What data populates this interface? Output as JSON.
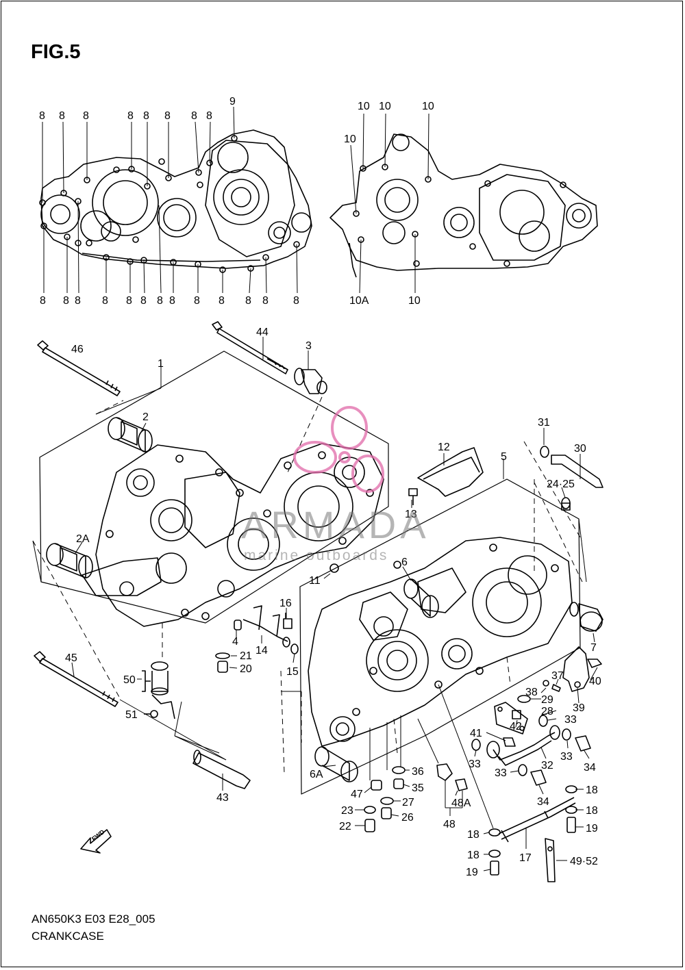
{
  "figure_title": "FIG.5",
  "footer": {
    "code": "AN650K3 E03 E28_005",
    "name": "CRANKCASE"
  },
  "watermark": {
    "brand": "ARMADA",
    "subtitle": "marine outboards",
    "logo_color": "#e06aa8"
  },
  "fwd_label": "FWD",
  "top_callouts": {
    "left_top": [
      "8",
      "8",
      "8",
      "8",
      "8",
      "8",
      "8",
      "8",
      "9"
    ],
    "left_bottom": [
      "8",
      "8",
      "8",
      "8",
      "8",
      "8",
      "8",
      "8",
      "8",
      "8",
      "8",
      "8",
      "8",
      "8"
    ],
    "right_top": [
      "10",
      "10",
      "10",
      "10"
    ],
    "right_bottom": [
      "10A",
      "10"
    ]
  },
  "parts": [
    "46",
    "1",
    "44",
    "3",
    "2",
    "2A",
    "45",
    "50",
    "51",
    "4",
    "14",
    "16",
    "21",
    "20",
    "15",
    "43",
    "12",
    "13",
    "5",
    "31",
    "30",
    "24·25",
    "11",
    "6",
    "7",
    "40",
    "37",
    "38",
    "29",
    "39",
    "28",
    "42",
    "33",
    "41",
    "33",
    "32",
    "33",
    "34",
    "33",
    "34",
    "6A",
    "36",
    "35",
    "47",
    "27",
    "48A",
    "23",
    "26",
    "22",
    "48",
    "18",
    "18",
    "18",
    "19",
    "18",
    "17",
    "19",
    "49·52"
  ]
}
